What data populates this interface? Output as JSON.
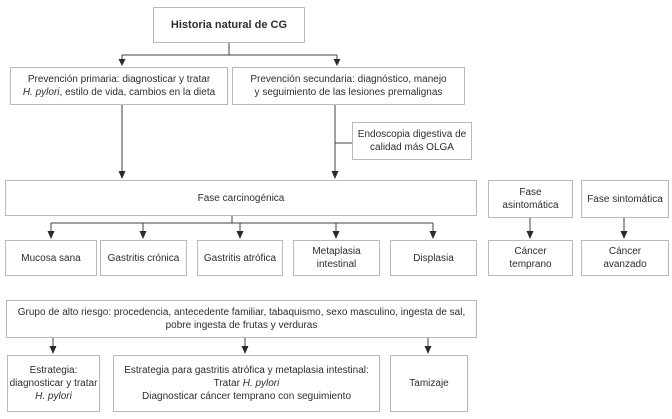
{
  "nodes": {
    "historia": {
      "label": "Historia natural de CG"
    },
    "prevencion_primaria": {
      "line1": "Prevención primaria: diagnosticar y tratar",
      "line2_italic": "H. pylori",
      "line2_rest": ", estilo de vida, cambios en la dieta"
    },
    "prevencion_secundaria": {
      "line1": "Prevención secundaria: diagnóstico, manejo",
      "line2": "y seguimiento de las lesiones premalignas"
    },
    "endoscopia": {
      "line1": "Endoscopia digestiva de",
      "line2": "calidad más OLGA"
    },
    "fase_carcinogenica": {
      "label": "Fase carcinogénica"
    },
    "fase_asintomatica": {
      "label": "Fase asintomática"
    },
    "fase_sintomatica": {
      "label": "Fase sintomática"
    },
    "mucosa_sana": {
      "label": "Mucosa sana"
    },
    "gastritis_cronica": {
      "label": "Gastritis crónica"
    },
    "gastritis_atrofica": {
      "label": "Gastritis atrófica"
    },
    "metaplasia_intestinal": {
      "label": "Metaplasia intestinal"
    },
    "displasia": {
      "label": "Displasia"
    },
    "cancer_temprano": {
      "label": "Cáncer temprano"
    },
    "cancer_avanzado": {
      "label": "Cáncer avanzado"
    },
    "grupo_alto_riesgo": {
      "line1": "Grupo de alto riesgo: procedencia, antecedente familiar, tabaquismo, sexo masculino, ingesta de sal,",
      "line2": "pobre ingesta de frutas y verduras"
    },
    "estrategia_h_pylori": {
      "line1": "Estrategia:",
      "line2": "diagnosticar y tratar",
      "line3_italic": "H. pylori"
    },
    "estrategia_gastritis": {
      "line1": "Estrategia para gastritis atrófica y metaplasia intestinal:",
      "line2_pre": "Tratar ",
      "line2_italic": "H. pylori",
      "line3": "Diagnosticar cáncer temprano con seguimiento"
    },
    "tamizaje": {
      "label": "Tamizaje"
    }
  },
  "colors": {
    "background": "#ffffff",
    "box_border": "#b9b9b9",
    "connector_line": "#404040",
    "arrowhead": "#2a2a2a",
    "text": "#2d2d2d"
  }
}
